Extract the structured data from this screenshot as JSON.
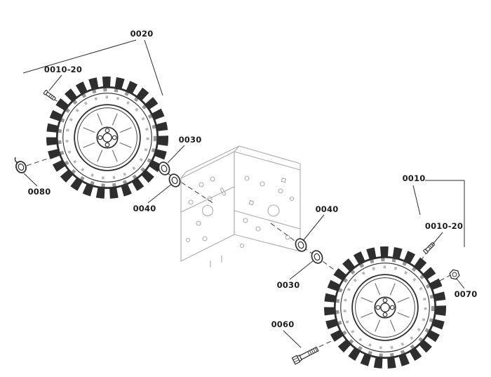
{
  "diagram": {
    "colors": {
      "line": "#2e2e2e",
      "dash": "#4a4a4a",
      "frame": "#a8adb3",
      "background": "#ffffff"
    },
    "callouts": {
      "left_wheel_group": "0020",
      "left_axle_pin": "0010-20",
      "left_ring_pin": "0080",
      "left_inner_washer": "0030",
      "left_outer_washer": "0040",
      "right_outer_washer": "0040",
      "right_inner_washer": "0030",
      "right_wheel_group": "0010",
      "right_axle_pin": "0010-20",
      "right_nut": "0070",
      "axle_bolt": "0060"
    }
  }
}
